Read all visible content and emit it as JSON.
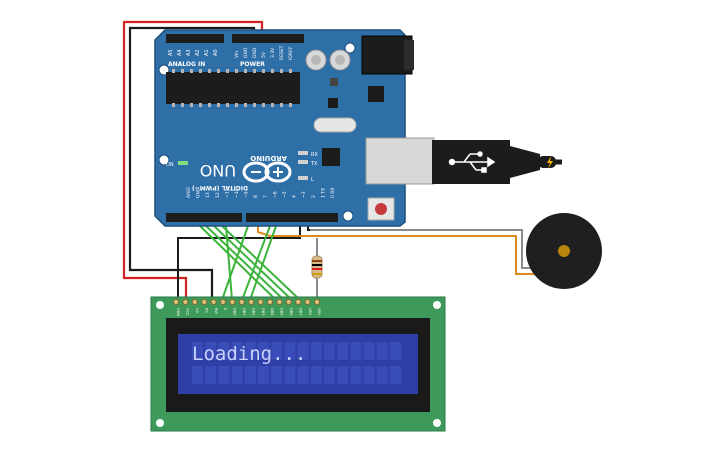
{
  "board": {
    "name": "UNO",
    "brand": "ARDUINO",
    "analog_label": "ANALOG IN",
    "analog_pins": [
      "A5",
      "A4",
      "A3",
      "A2",
      "A1",
      "A0"
    ],
    "power_label": "POWER",
    "power_pins": [
      "Vin",
      "GND",
      "GND",
      "5V",
      "3.3V",
      "RESET",
      "IOREF"
    ],
    "digital_label": "DIGITAL (PWM~)",
    "digital_pins": [
      "0 RX",
      "1 TX",
      "2",
      "~3",
      "4",
      "~5",
      "~6",
      "7",
      "8",
      "~9",
      "~10",
      "~11",
      "12",
      "13",
      "GND",
      "AREF"
    ],
    "led_on": "ON",
    "led_rx": "RX",
    "led_tx": "TX",
    "led_l": "L"
  },
  "lcd": {
    "line1": "Loading...",
    "pin_labels": [
      "GND",
      "VCC",
      "V0",
      "RS",
      "RW",
      "E",
      "DB0",
      "DB1",
      "DB2",
      "DB3",
      "DB4",
      "DB5",
      "DB6",
      "DB7",
      "LED",
      "LED"
    ]
  },
  "colors": {
    "board": "#2f6fa8",
    "board_edge": "#1d4e7c",
    "lcd_pcb": "#3d9a5a",
    "lcd_screen": "#2f3fa5",
    "wire_red": "#d32020",
    "wire_black": "#1a1a1a",
    "wire_green": "#3cb43c",
    "wire_orange": "#e08a1e",
    "wire_gray": "#8a8a8a"
  }
}
